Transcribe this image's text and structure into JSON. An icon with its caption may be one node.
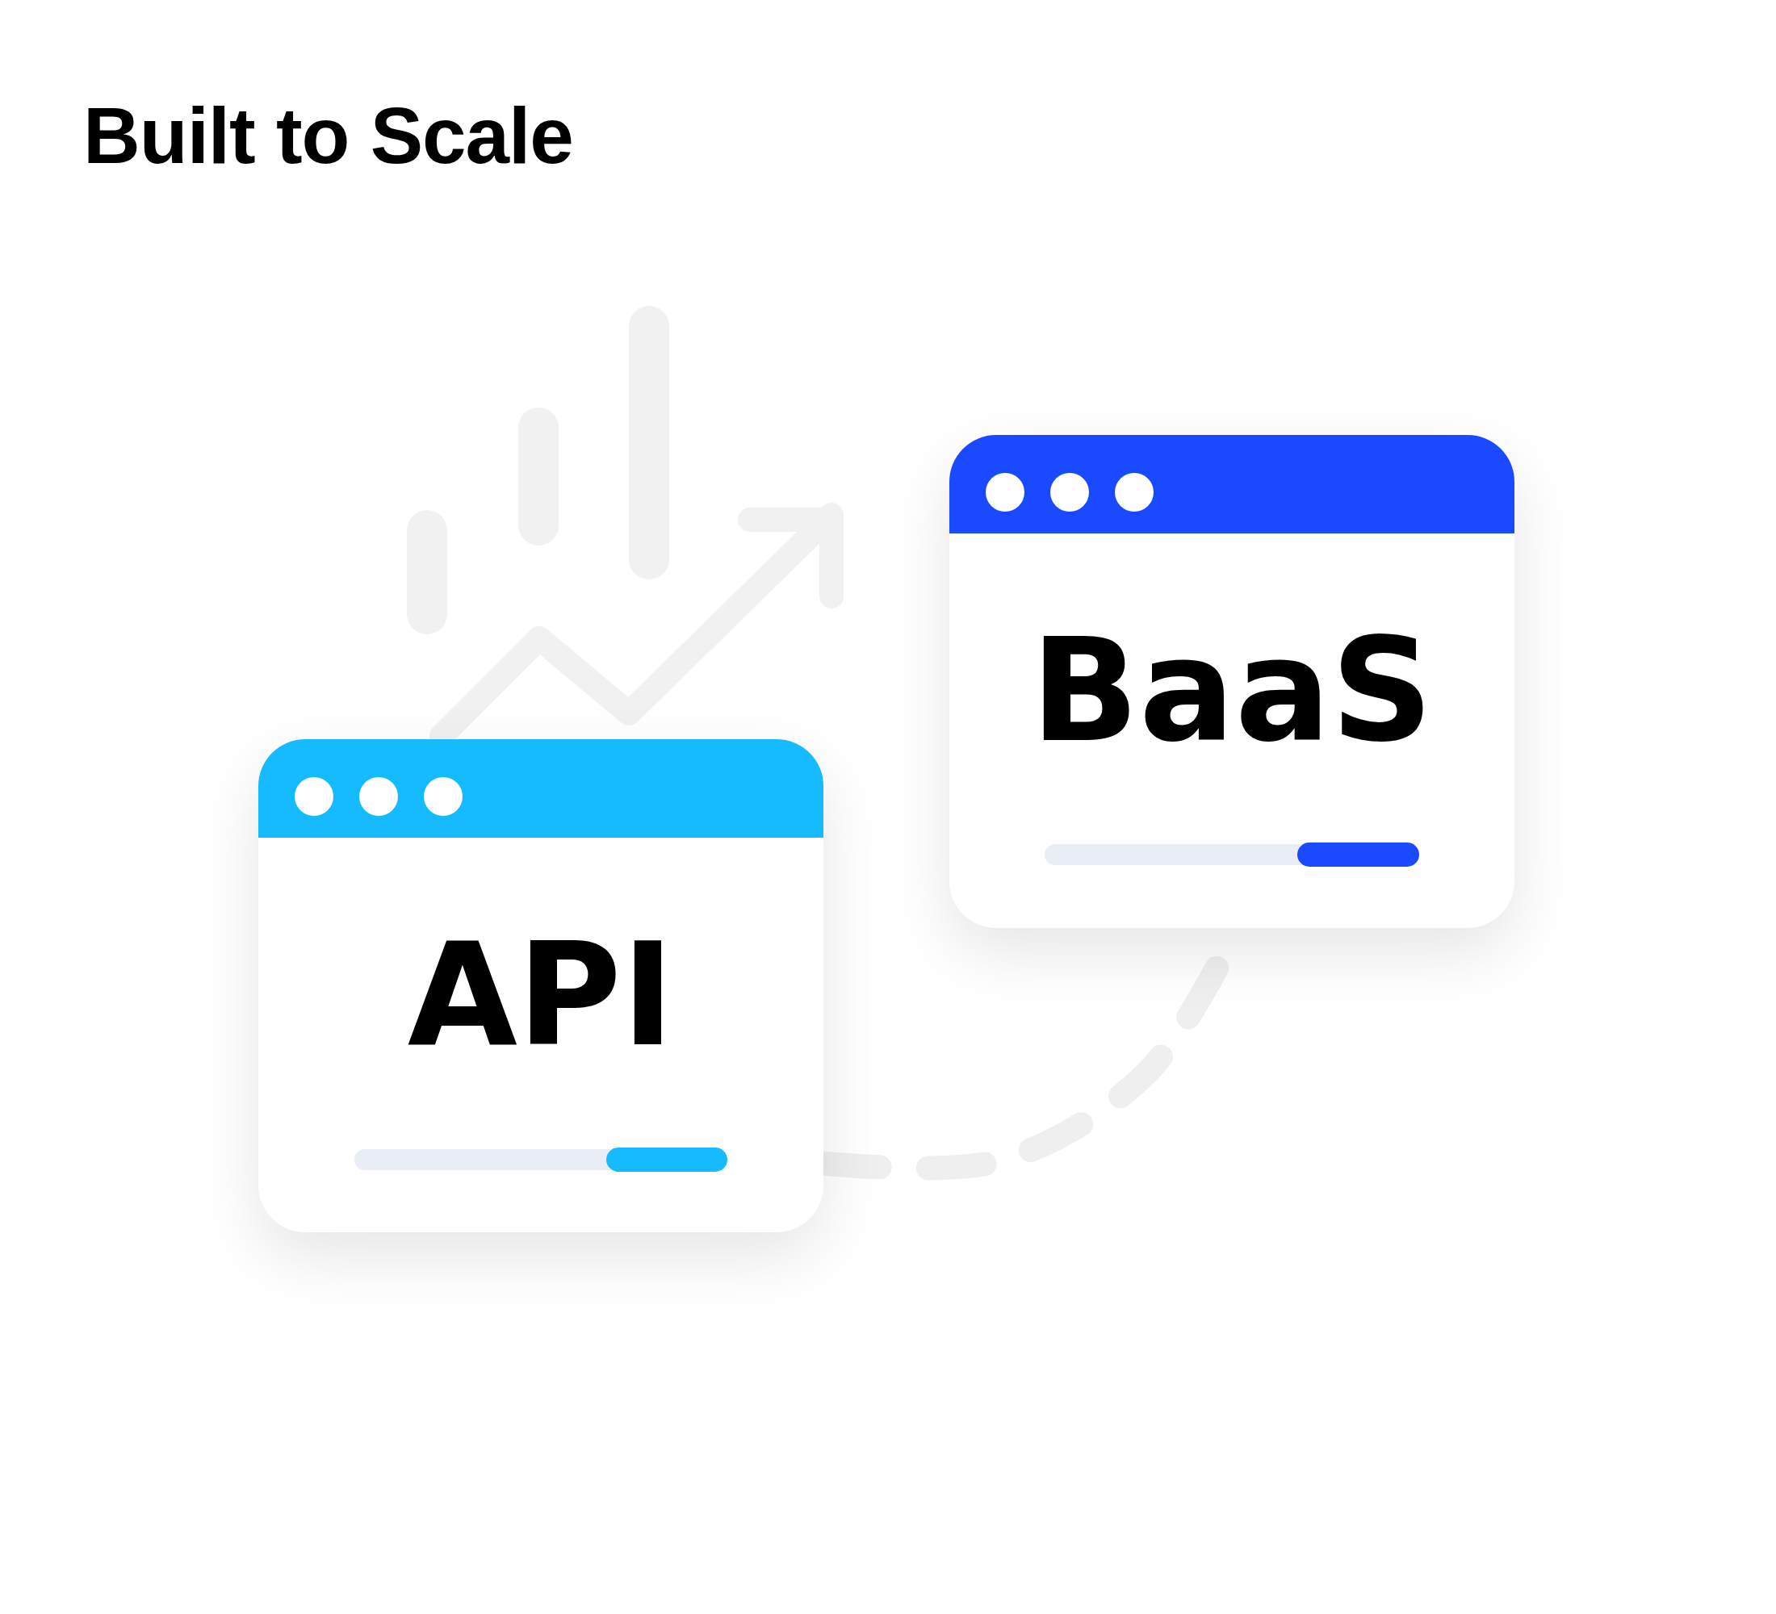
{
  "diagram": {
    "title": "Built to Scale",
    "nodes": [
      {
        "text": [
          "API"
        ]
      },
      {
        "text": [
          "BaaS"
        ]
      }
    ],
    "edges": [
      {
        "from": 0,
        "to": 1,
        "arrow": "none",
        "style": "dashed"
      }
    ]
  }
}
